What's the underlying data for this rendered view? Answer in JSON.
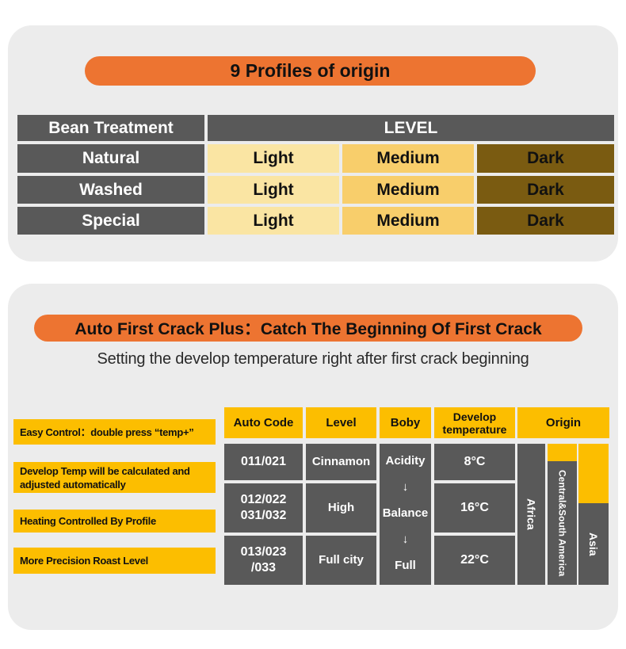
{
  "card1": {
    "title": "9 Profiles of origin",
    "table": {
      "header": {
        "treatment": "Bean Treatment",
        "level": "LEVEL"
      },
      "rows": [
        {
          "treatment": "Natural",
          "levels": [
            "Light",
            "Medium",
            "Dark"
          ]
        },
        {
          "treatment": "Washed",
          "levels": [
            "Light",
            "Medium",
            "Dark"
          ]
        },
        {
          "treatment": "Special",
          "levels": [
            "Light",
            "Medium",
            "Dark"
          ]
        }
      ]
    }
  },
  "card2": {
    "title": "Auto First Crack Plus：Catch The Beginning Of First Crack",
    "subtitle": "Setting the develop temperature right after first crack beginning",
    "features": [
      {
        "lines": [
          "Easy Control：double press “temp+”"
        ]
      },
      {
        "lines": [
          "Develop Temp will be calculated and",
          "adjusted automatically"
        ]
      },
      {
        "lines": [
          "Heating Controlled By Profile"
        ]
      },
      {
        "lines": [
          "More Precision Roast Level"
        ]
      }
    ],
    "table": {
      "headers": {
        "auto_code": "Auto Code",
        "level": "Level",
        "boby": "Boby",
        "develop_temperature": "Develop temperature",
        "origin": "Origin"
      },
      "rows": [
        {
          "code_lines": [
            "011/021"
          ],
          "level": "Cinnamon",
          "develop_temp": "8°C"
        },
        {
          "code_lines": [
            "012/022",
            "031/032"
          ],
          "level": "High",
          "develop_temp": "16°C"
        },
        {
          "code_lines": [
            "013/023",
            "/033"
          ],
          "level": "Full city",
          "develop_temp": "22°C"
        }
      ],
      "boby_scale": [
        "Acidity",
        "↓",
        "Balance",
        "↓",
        "Full"
      ],
      "origins": [
        "Africa",
        "Central&South America",
        "Asia"
      ]
    }
  },
  "colors": {
    "accent_orange": "#ED7431",
    "accent_yellow": "#FCBE00",
    "cell_gray": "#595959",
    "roast_light": "#FAE5A3",
    "roast_medium": "#F8CE6B",
    "roast_dark": "#7A5B11",
    "card_bg": "#ECECEC"
  }
}
